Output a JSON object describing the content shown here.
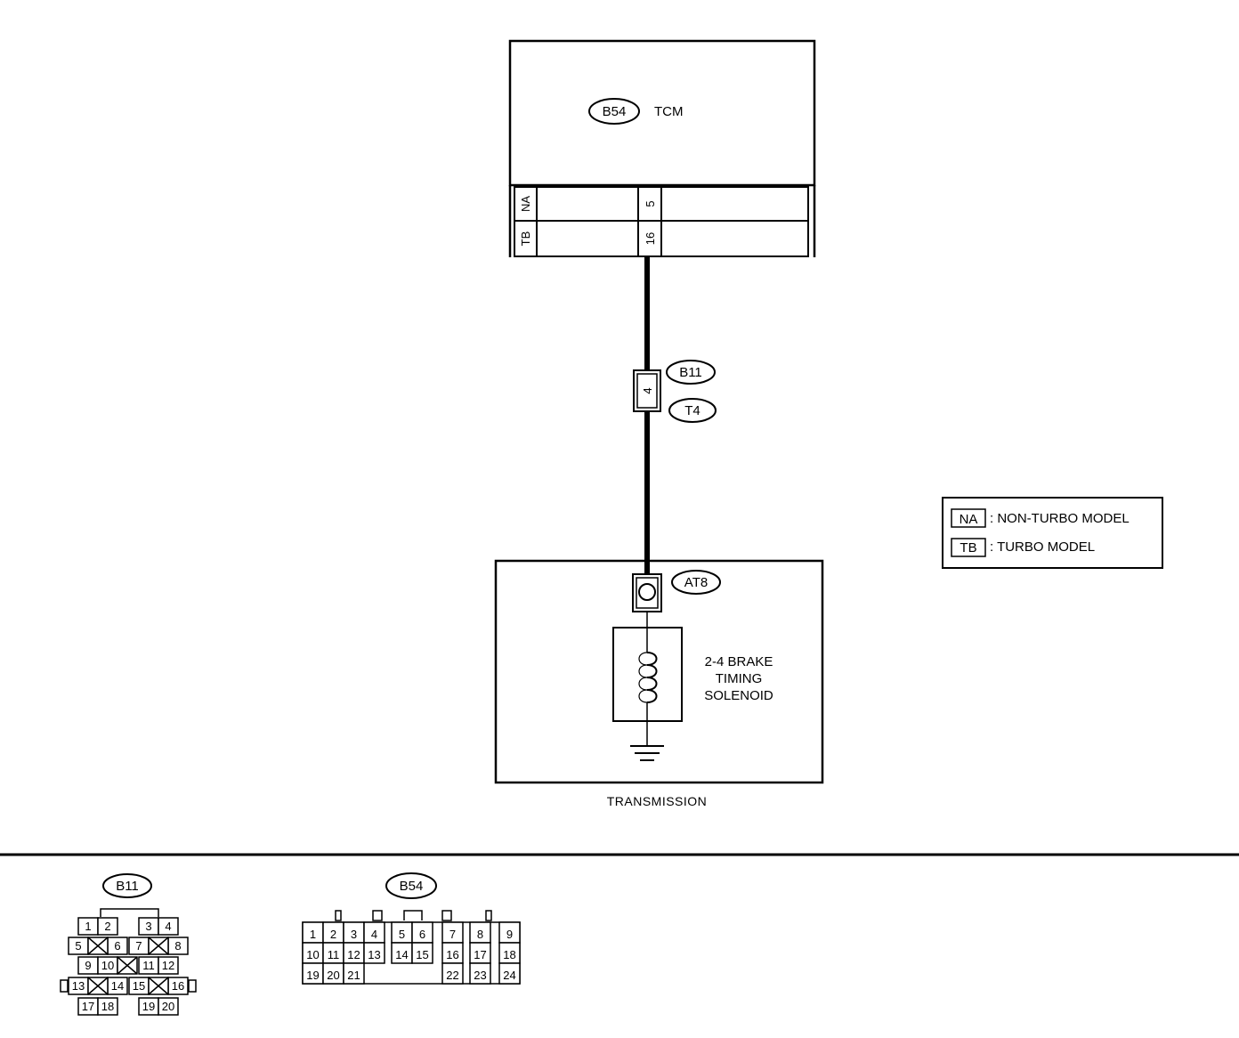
{
  "tcm": {
    "badge": "B54",
    "label": "TCM"
  },
  "tcm_rows": [
    {
      "code": "NA",
      "pin": "5"
    },
    {
      "code": "TB",
      "pin": "16"
    }
  ],
  "wire_connector": {
    "pin": "4",
    "badge_top": "B11",
    "badge_bottom": "T4"
  },
  "transmission": {
    "caption": "TRANSMISSION",
    "connector_badge": "AT8",
    "solenoid_lines": [
      "2-4 BRAKE",
      "TIMING",
      "SOLENOID"
    ]
  },
  "legend": [
    {
      "code": "NA",
      "text": ": NON-TURBO MODEL"
    },
    {
      "code": "TB",
      "text": ": TURBO MODEL"
    }
  ],
  "b11_connector": {
    "badge": "B11",
    "pins": [
      "1",
      "2",
      "3",
      "4",
      "5",
      "6",
      "7",
      "8",
      "9",
      "10",
      "11",
      "12",
      "13",
      "14",
      "15",
      "16",
      "17",
      "18",
      "19",
      "20"
    ]
  },
  "b54_connector": {
    "badge": "B54",
    "pins": [
      "1",
      "2",
      "3",
      "4",
      "5",
      "6",
      "7",
      "8",
      "9",
      "10",
      "11",
      "12",
      "13",
      "14",
      "15",
      "16",
      "17",
      "18",
      "19",
      "20",
      "21",
      "22",
      "23",
      "24"
    ]
  }
}
